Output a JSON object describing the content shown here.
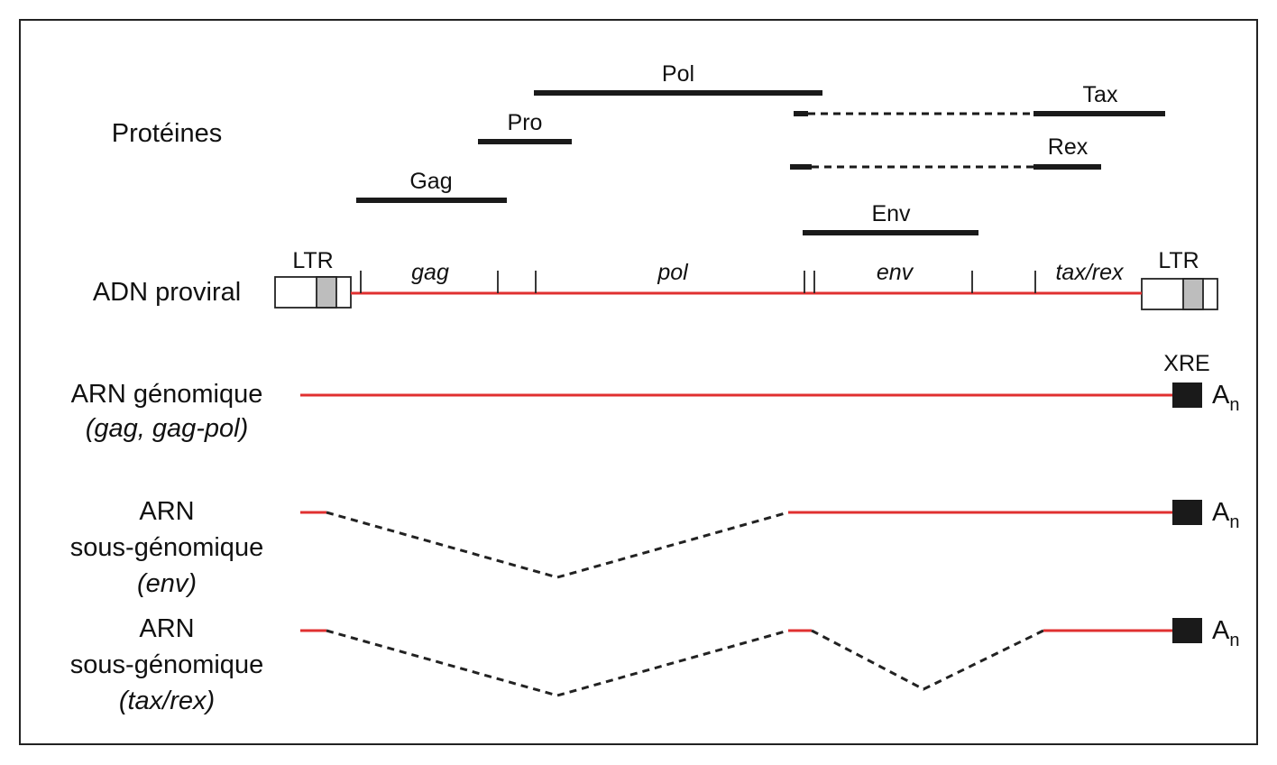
{
  "colors": {
    "rna_line": "#e03030",
    "protein_bar": "#1a1a1a",
    "frame": "#222222",
    "box_fill": "#ffffff",
    "shaded_fill": "#bdbdbd",
    "xre_box": "#1a1a1a"
  },
  "proteins": {
    "section_label": "Protéines",
    "gag": "Gag",
    "pro": "Pro",
    "pol": "Pol",
    "env": "Env",
    "tax": "Tax",
    "rex": "Rex"
  },
  "provirus": {
    "label": "ADN proviral",
    "ltr_left": "LTR",
    "ltr_right": "LTR",
    "genes": {
      "gag": "gag",
      "pol": "pol",
      "env": "env",
      "taxrex": "tax/rex"
    }
  },
  "genomic_rna": {
    "label_line1": "ARN génomique",
    "label_line2": "(gag, gag-pol)",
    "xre": "XRE",
    "polya_base": "A",
    "polya_sub": "n"
  },
  "subgenomic_env": {
    "label_line1": "ARN",
    "label_line2": "sous-génomique",
    "label_line3": "(env)",
    "polya_base": "A",
    "polya_sub": "n"
  },
  "subgenomic_taxrex": {
    "label_line1": "ARN",
    "label_line2": "sous-génomique",
    "label_line3": "(tax/rex)",
    "polya_base": "A",
    "polya_sub": "n"
  }
}
